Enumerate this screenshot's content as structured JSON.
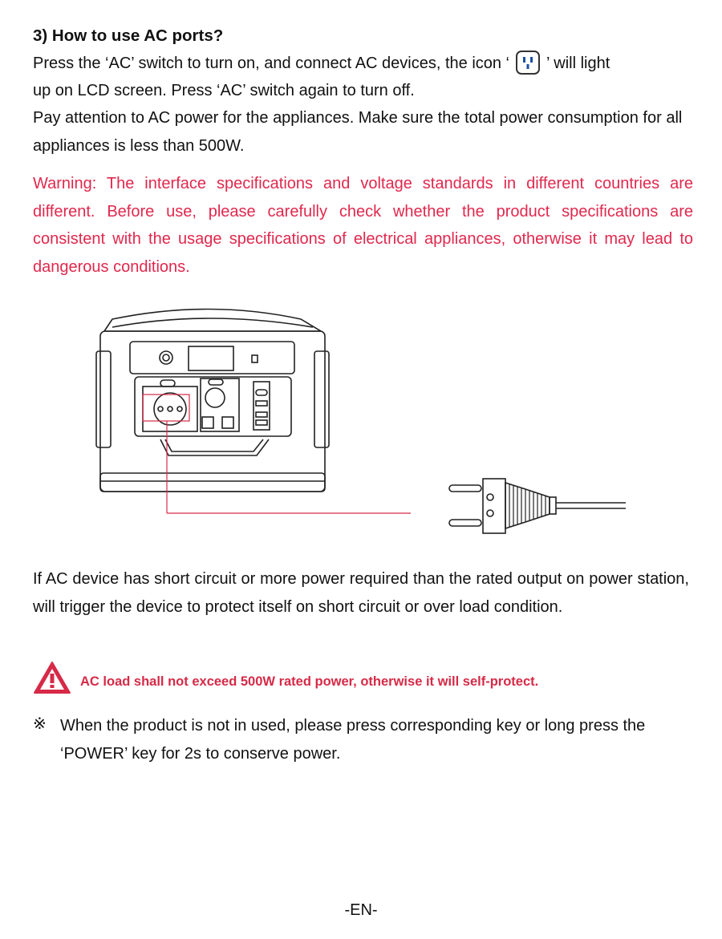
{
  "section": {
    "heading": "3) How to use AC ports?",
    "p1_before_icon": "Press the ‘AC’ switch to turn on, and connect AC devices, the icon ‘",
    "p1_after_icon": "’ will light",
    "p1_line2": "up on LCD screen. Press ‘AC’ switch again to turn off.",
    "p2": "Pay attention to AC power for the appliances. Make sure the total power consumption for all appliances is less than 500W.",
    "warning": "Warning: The interface specifications and voltage standards in different countries are different. Before use, please carefully check whether the product specifications are consistent with the usage specifications of electrical appliances, otherwise it may lead to dangerous conditions.",
    "p3": "If AC device has short circuit or more power required than the rated output on power station, will trigger the device to protect itself on short circuit or over load condition.",
    "alert": "AC load shall not exceed 500W rated power, otherwise it will self-protect.",
    "note_mark": "※",
    "note": "When the product is not in used, please press corresponding key or long press the ‘POWER’  key for 2s to conserve power."
  },
  "footer": {
    "page_label": "-EN-"
  },
  "colors": {
    "warning_red": "#e0284d",
    "alert_red": "#d62a47"
  },
  "icons": {
    "ac_outlet": "ac-outlet-icon",
    "alert": "warning-triangle-icon"
  }
}
